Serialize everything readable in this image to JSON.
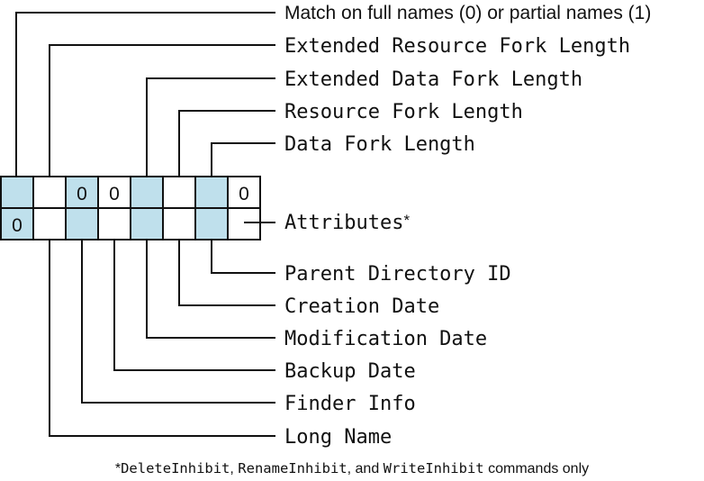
{
  "colors": {
    "shaded_cell": "#bfe0ec",
    "plain_cell": "#ffffff",
    "line": "#111111"
  },
  "upper_row_cells": [
    "",
    "",
    "0",
    "0",
    "",
    "",
    "",
    "0"
  ],
  "upper_row_shaded": [
    true,
    false,
    true,
    false,
    true,
    false,
    true,
    false
  ],
  "lower_row_cells": [
    "0",
    "",
    "",
    "",
    "",
    "",
    "",
    ""
  ],
  "lower_row_shaded": [
    true,
    false,
    true,
    false,
    true,
    false,
    true,
    false
  ],
  "labels": {
    "match_names": "Match on full names (0) or partial names (1)",
    "ext_resource_fork_length": "Extended Resource Fork Length",
    "ext_data_fork_length": "Extended Data Fork Length",
    "resource_fork_length": "Resource Fork Length",
    "data_fork_length": "Data Fork Length",
    "attributes": "Attributes",
    "attributes_asterisk": "*",
    "parent_directory_id": "Parent Directory ID",
    "creation_date": "Creation Date",
    "modification_date": "Modification Date",
    "backup_date": "Backup Date",
    "finder_info": "Finder Info",
    "long_name": "Long Name"
  },
  "footnote": {
    "star": "*",
    "cmd1": "DeleteInhibit",
    "sep1": ", ",
    "cmd2": "RenameInhibit",
    "sep2": ", and ",
    "cmd3": "WriteInhibit",
    "tail": " commands only"
  }
}
